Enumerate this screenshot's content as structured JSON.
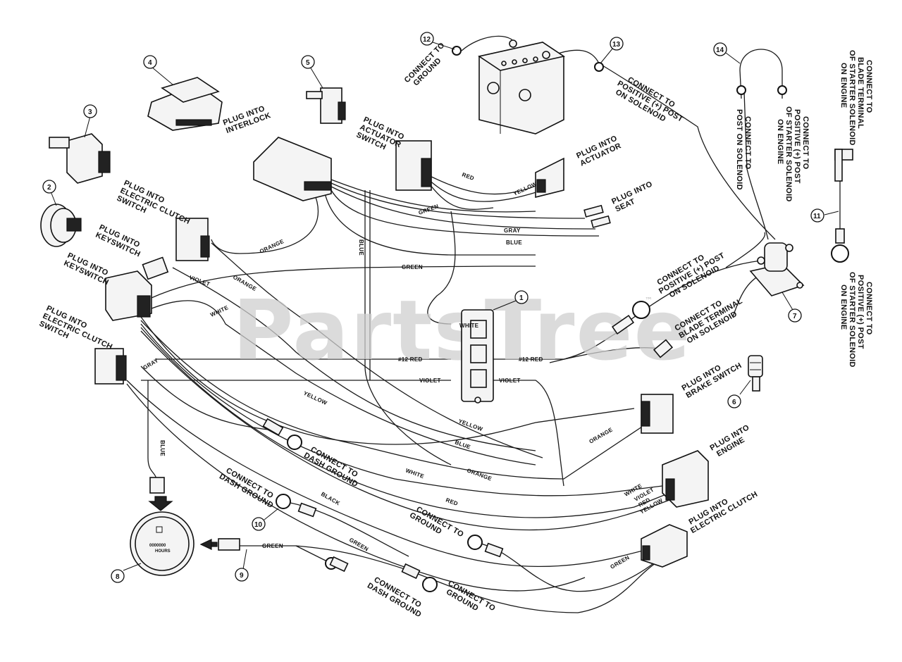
{
  "watermark": {
    "text": "PartsTree",
    "tm": "™"
  },
  "callouts": [
    "1",
    "2",
    "3",
    "4",
    "5",
    "6",
    "7",
    "8",
    "9",
    "10",
    "11",
    "12",
    "13",
    "14"
  ],
  "labels": {
    "plug_into_interlock": [
      "PLUG INTO",
      "INTERLOCK"
    ],
    "plug_into_actuator_switch": [
      "PLUG INTO",
      "ACTUATOR",
      "SWITCH"
    ],
    "plug_into_actuator": [
      "PLUG INTO",
      "ACTUATOR"
    ],
    "plug_into_seat": [
      "PLUG INTO",
      "SEAT"
    ],
    "plug_into_electric_clutch_switch_top": [
      "PLUG INTO",
      "ELECTRIC CLUTCH",
      "SWITCH"
    ],
    "plug_into_keyswitch_top": [
      "PLUG INTO",
      "KEYSWITCH"
    ],
    "plug_into_keyswitch_left": [
      "PLUG INTO",
      "KEYSWITCH"
    ],
    "plug_into_electric_clutch_switch_left": [
      "PLUG INTO",
      "ELECTRIC CLUTCH",
      "SWITCH"
    ],
    "connect_to_ground_battery": [
      "CONNECT TO",
      "GROUND"
    ],
    "connect_to_positive_post_battery": [
      "CONNECT TO",
      "POSITIVE (+) POST",
      "ON SOLENOID"
    ],
    "connect_to_post_on_solenoid": [
      "CONNECT TO",
      "POST ON SOLENOID"
    ],
    "connect_to_positive_post_starter": [
      "CONNECT TO",
      "POSITIVE (+) POST",
      "OF STARTER SOLENOID",
      "ON ENGINE"
    ],
    "connect_to_blade_terminal_starter": [
      "CONNECT TO",
      "BLADE TERMINAL",
      "OF STARTER SOLENOID",
      "ON ENGINE"
    ],
    "connect_to_positive_post_starter_lower": [
      "CONNECT TO",
      "POSITIVE (+) POST",
      "OF STARTER SOLENOID",
      "ON ENGINE"
    ],
    "connect_to_positive_post_solenoid_mid": [
      "CONNECT TO",
      "POSITIVE (+) POST",
      "ON SOLENOID"
    ],
    "connect_to_blade_terminal_solenoid": [
      "CONNECT TO",
      "BLADE TERMINAL",
      "ON SOLENOID"
    ],
    "plug_into_brake_switch": [
      "PLUG INTO",
      "BRAKE SWITCH"
    ],
    "plug_into_engine": [
      "PLUG INTO",
      "ENGINE"
    ],
    "plug_into_electric_clutch": [
      "PLUG INTO",
      "ELECTRIC CLUTCH"
    ],
    "connect_to_dash_ground_mid": [
      "CONNECT TO",
      "DASH GROUND"
    ],
    "connect_to_dash_ground_left": [
      "CONNECT TO",
      "DASH GROUND"
    ],
    "connect_to_ground_mid": [
      "CONNECT TO",
      "GROUND"
    ],
    "connect_to_dash_ground_bottom": [
      "CONNECT TO",
      "DASH GROUND"
    ],
    "connect_to_ground_bottom": [
      "CONNECT TO",
      "GROUND"
    ]
  },
  "wire_labels": {
    "red_actuator": "RED",
    "yellow_actuator": "YELLOW",
    "green_actuator": "GREEN",
    "gray": "GRAY",
    "blue_top": "BLUE",
    "orange_interlock": "ORANGE",
    "blue_vertical": "BLUE",
    "green_mid": "GREEN",
    "violet_keyswitch": "VIOLET",
    "orange_keyswitch": "ORANGE",
    "white_left": "WHITE",
    "white_rectifier": "WHITE",
    "red12_left": "#12 RED",
    "red12_right": "#12 RED",
    "violet_mid": "VIOLET",
    "violet_right": "VIOLET",
    "gray_left": "GRAY",
    "blue_left": "BLUE",
    "yellow_lower": "YELLOW",
    "yellow_right": "YELLOW",
    "blue_lower": "BLUE",
    "orange_lower": "ORANGE",
    "orange_brake": "ORANGE",
    "white_lower": "WHITE",
    "red_lower": "RED",
    "black": "BLACK",
    "green_gauge": "GREEN",
    "green_lower": "GREEN",
    "green_clutch": "GREEN",
    "white_engine": "WHITE",
    "violet_engine": "VIOLET",
    "red_engine": "RED",
    "yellow_engine": "YELLOW"
  },
  "gauge": {
    "line1": "0000000",
    "line2": "HOURS"
  }
}
